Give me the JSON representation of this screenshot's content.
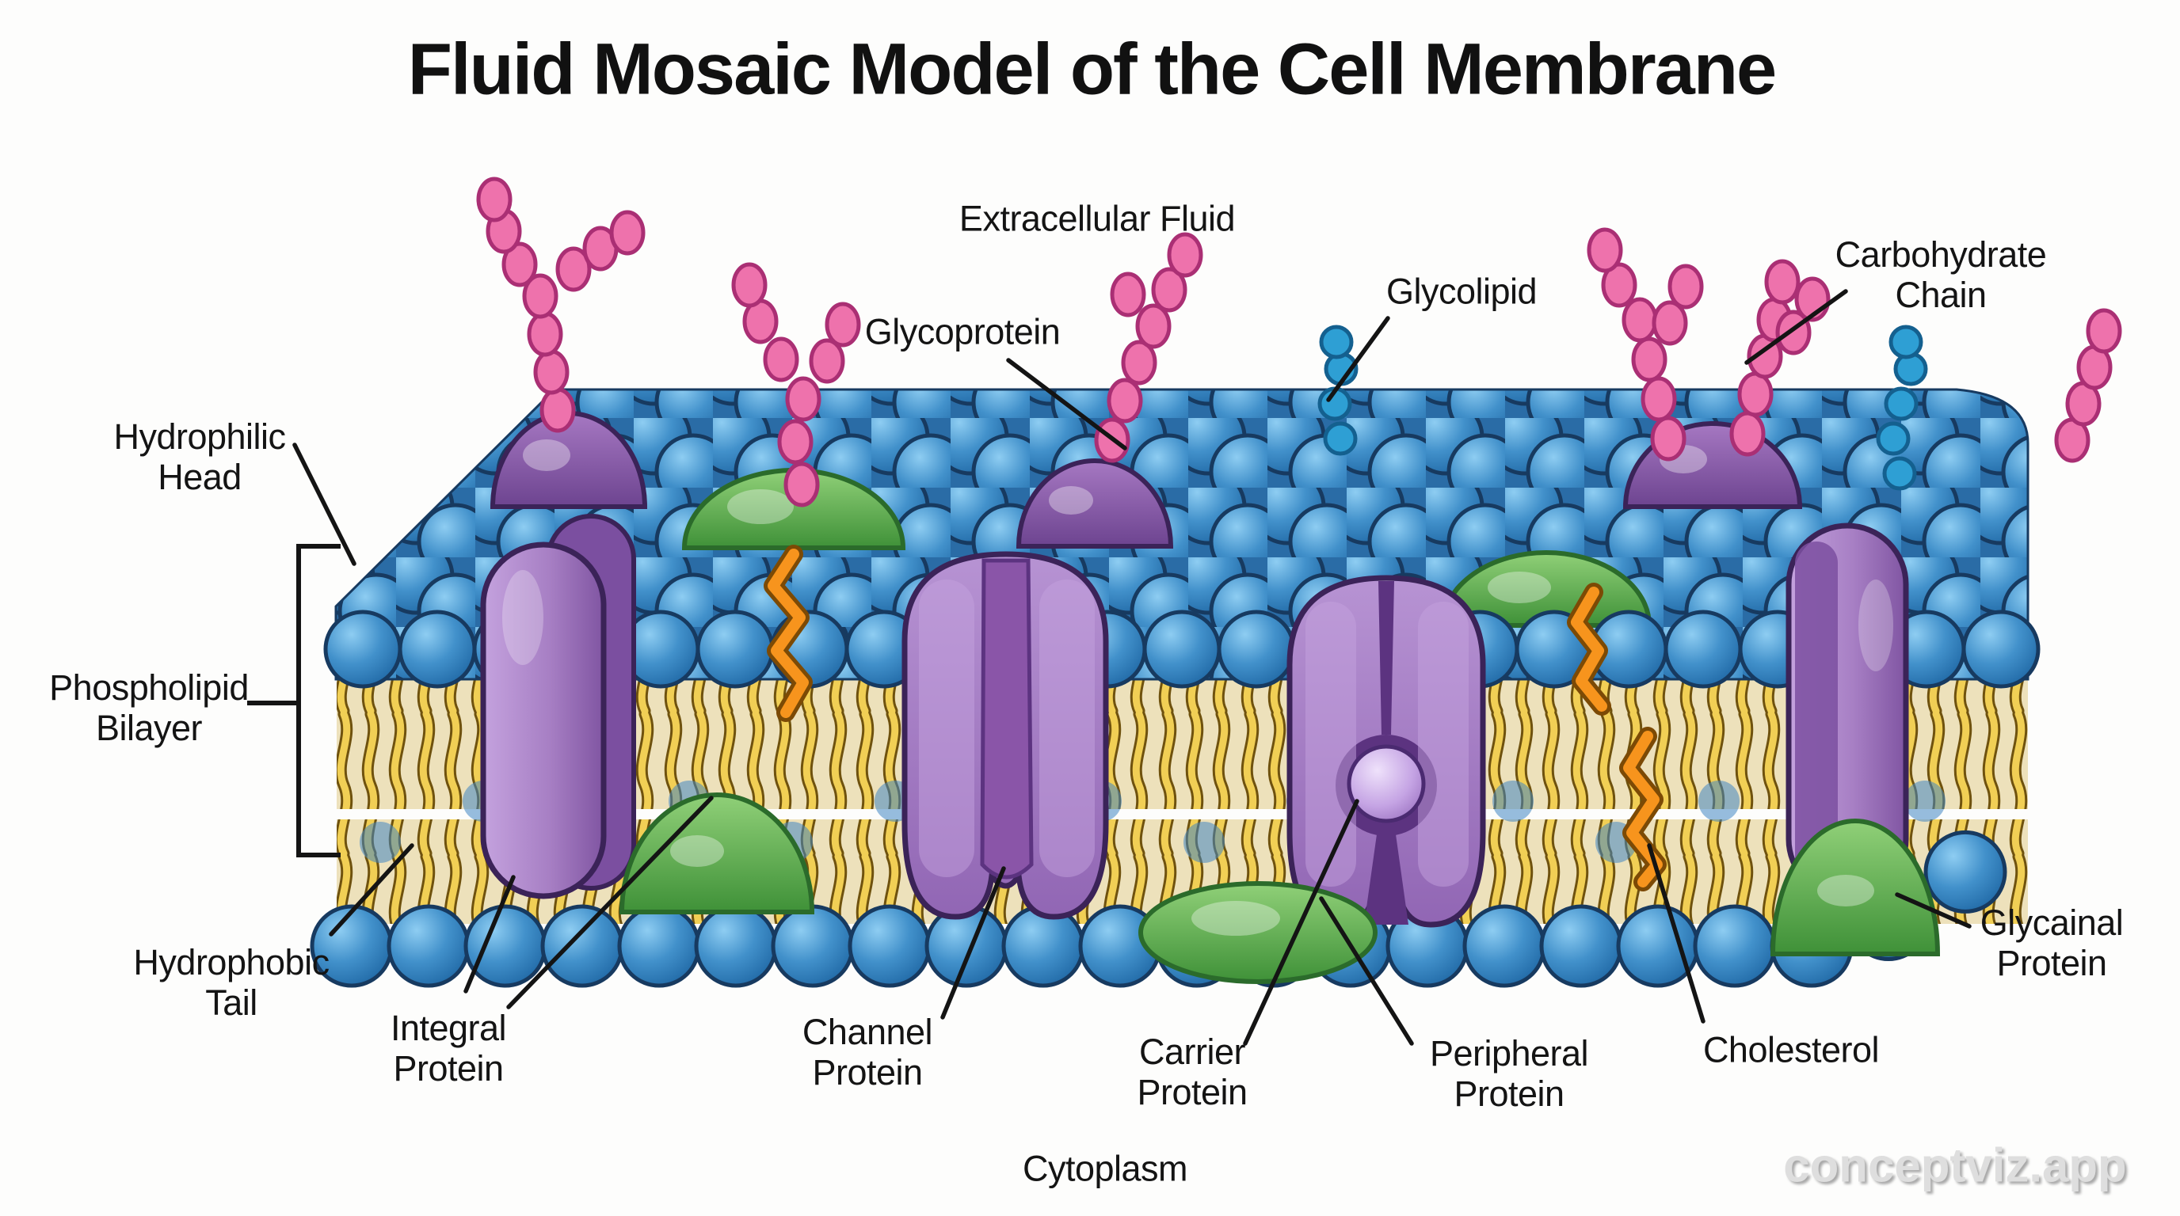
{
  "title": "Fluid Mosaic Model of the Cell Membrane",
  "watermark": "conceptviz.app",
  "labels": {
    "extracellular_fluid": "Extracellular Fluid",
    "glycoprotein": "Glycoprotein",
    "glycolipid": "Glycolipid",
    "carbohydrate_chain": "Carbohydrate\nChain",
    "hydrophilic_head": "Hydrophilic\nHead",
    "phospholipid_bilayer": "Phospholipid\nBilayer",
    "hydrophobic_tail": "Hydrophobic\nTail",
    "integral_protein": "Integral\nProtein",
    "channel_protein": "Channel\nProtein",
    "carrier_protein": "Carrier\nProtein",
    "peripheral_protein": "Peripheral\nProtein",
    "cholesterol": "Cholesterol",
    "glycainal_protein": "Glycainal\nProtein",
    "cytoplasm": "Cytoplasm"
  },
  "colors": {
    "head_blue": "#3c8ccb",
    "head_blue_dark_outline": "#173a60",
    "tail_gold": "#f1cf55",
    "tail_outline": "#6f520e",
    "protein_purple": "#a77fc4",
    "protein_purple_dark": "#7b4fa0",
    "protein_outline": "#3b2358",
    "glyco_green": "#4a9a3e",
    "green_outline": "#2b6b2b",
    "carb_pink": "#ee72ac",
    "carb_pink_outline": "#aa2f74",
    "glycolipid_blue": "#2e9fd4",
    "glycolipid_blue_outline": "#14608f",
    "cholesterol_orange": "#f7941d",
    "cholesterol_outline": "#7c4a05",
    "label_text": "#141414",
    "watermark_gray": "#dedede"
  }
}
